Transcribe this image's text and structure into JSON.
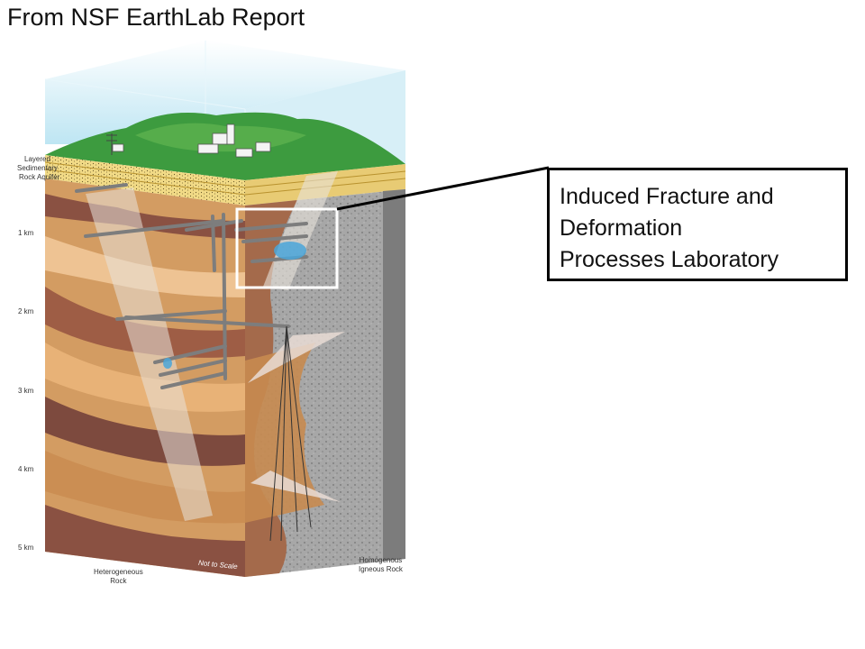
{
  "title": "From NSF EarthLab Report",
  "callout": {
    "lines": [
      "Induced Fracture and",
      "Deformation",
      "Processes Laboratory"
    ]
  },
  "labels": {
    "aquifer": [
      "Layered",
      "Sedimentary",
      "Rock Aquifer"
    ],
    "heterogeneous": [
      "Heterogeneous",
      "Rock"
    ],
    "homogeneous": [
      "Homogenous",
      "Igneous Rock"
    ],
    "not_to_scale": "Not to Scale"
  },
  "depth_ticks": [
    "1 km",
    "2 km",
    "3 km",
    "4 km",
    "5 km"
  ],
  "colors": {
    "sky": "#bfe6f2",
    "grass": "#3c9a3e",
    "sand": "#f0d98a",
    "layer_light": "#e2b07a",
    "layer_mid": "#c38a4f",
    "layer_dark": "#8a5142",
    "granite": "#a9a9a9",
    "granite_side": "#7e7e7e",
    "water": "#4aa6d9"
  }
}
